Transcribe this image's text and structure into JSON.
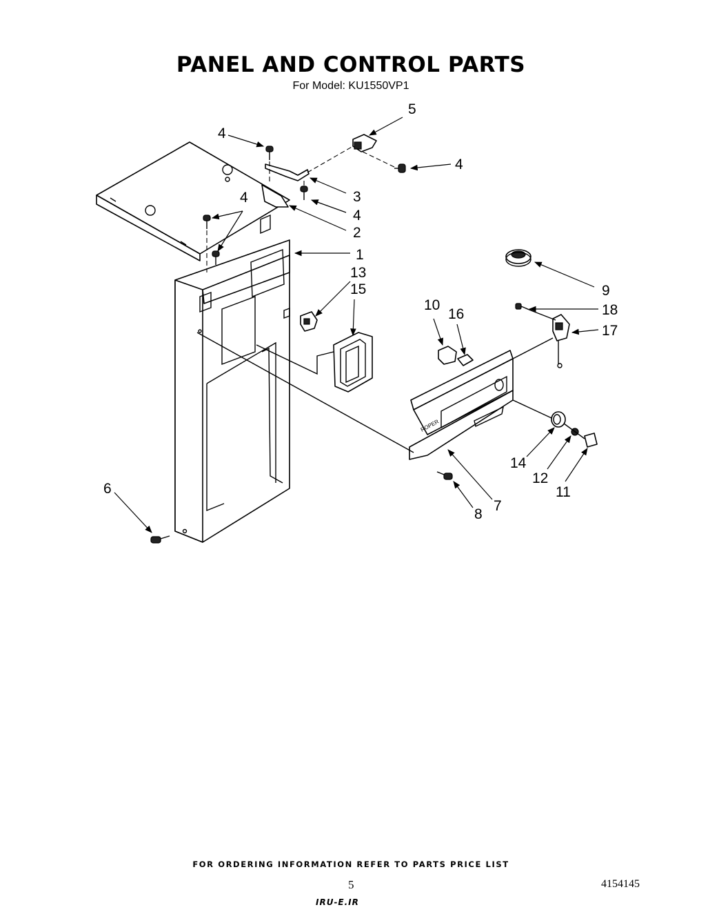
{
  "header": {
    "title": "PANEL AND CONTROL PARTS",
    "model_line": "For Model: KU1550VP1"
  },
  "diagram": {
    "callouts": [
      "1",
      "2",
      "3",
      "4",
      "5",
      "6",
      "7",
      "8",
      "9",
      "10",
      "11",
      "12",
      "13",
      "14",
      "15",
      "16",
      "17",
      "18"
    ]
  },
  "footer": {
    "ordering_note": "FOR ORDERING INFORMATION REFER TO PARTS PRICE LIST",
    "page_number": "5",
    "document_number": "4154145",
    "handwritten_note": "IRU-E.IR"
  }
}
